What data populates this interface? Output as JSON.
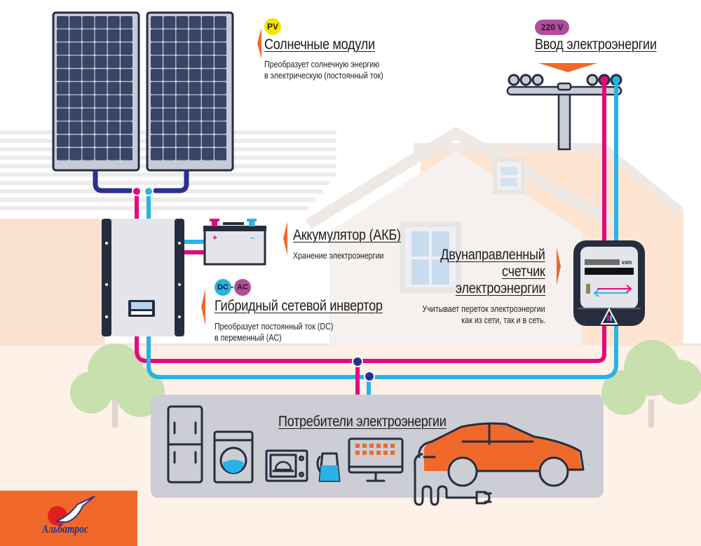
{
  "diagram": {
    "title": "Схема гибридной солнечной электростанции",
    "colors": {
      "accent_orange": "#f0692a",
      "positive_wire": "#e5087e",
      "negative_wire": "#29b2e6",
      "panel_dark": "#3a4466",
      "outline": "#272d3f",
      "house_fill": "#fde8d6",
      "consumer_bg": "#cccdd5"
    }
  },
  "solar": {
    "badge": "PV",
    "title": "Солнечные модули",
    "desc_line1": "Преобразует солнечную энергию",
    "desc_line2": "в электрическую (постоянный ток)"
  },
  "grid": {
    "badge": "220 V",
    "title": "Ввод электроэнергии"
  },
  "battery": {
    "title": "Аккумулятор (АКБ)",
    "desc_line1": "Хранение электроэнергии",
    "plus": "+",
    "minus": "–"
  },
  "inverter": {
    "badge_dc": "DC",
    "badge_ac": "AC",
    "title": "Гибридный сетевой инвертор",
    "desc_line1": "Преобразует постоянный ток (DC)",
    "desc_line2": "в переменный (AC)"
  },
  "meter": {
    "title_line1": "Двунаправленный",
    "title_line2": "счетчик",
    "title_line3": "электроэнергии",
    "desc_line1": "Учитывает  переток электроэнергии",
    "desc_line2": "как из сети, так и в сеть.",
    "unit": "kWh"
  },
  "consumers": {
    "title": "Потребители электроэнергии",
    "items": [
      "refrigerator",
      "washing-machine",
      "microwave",
      "kettle",
      "computer-monitor",
      "electric-car"
    ]
  },
  "brand": {
    "name": "Альбатрос"
  }
}
